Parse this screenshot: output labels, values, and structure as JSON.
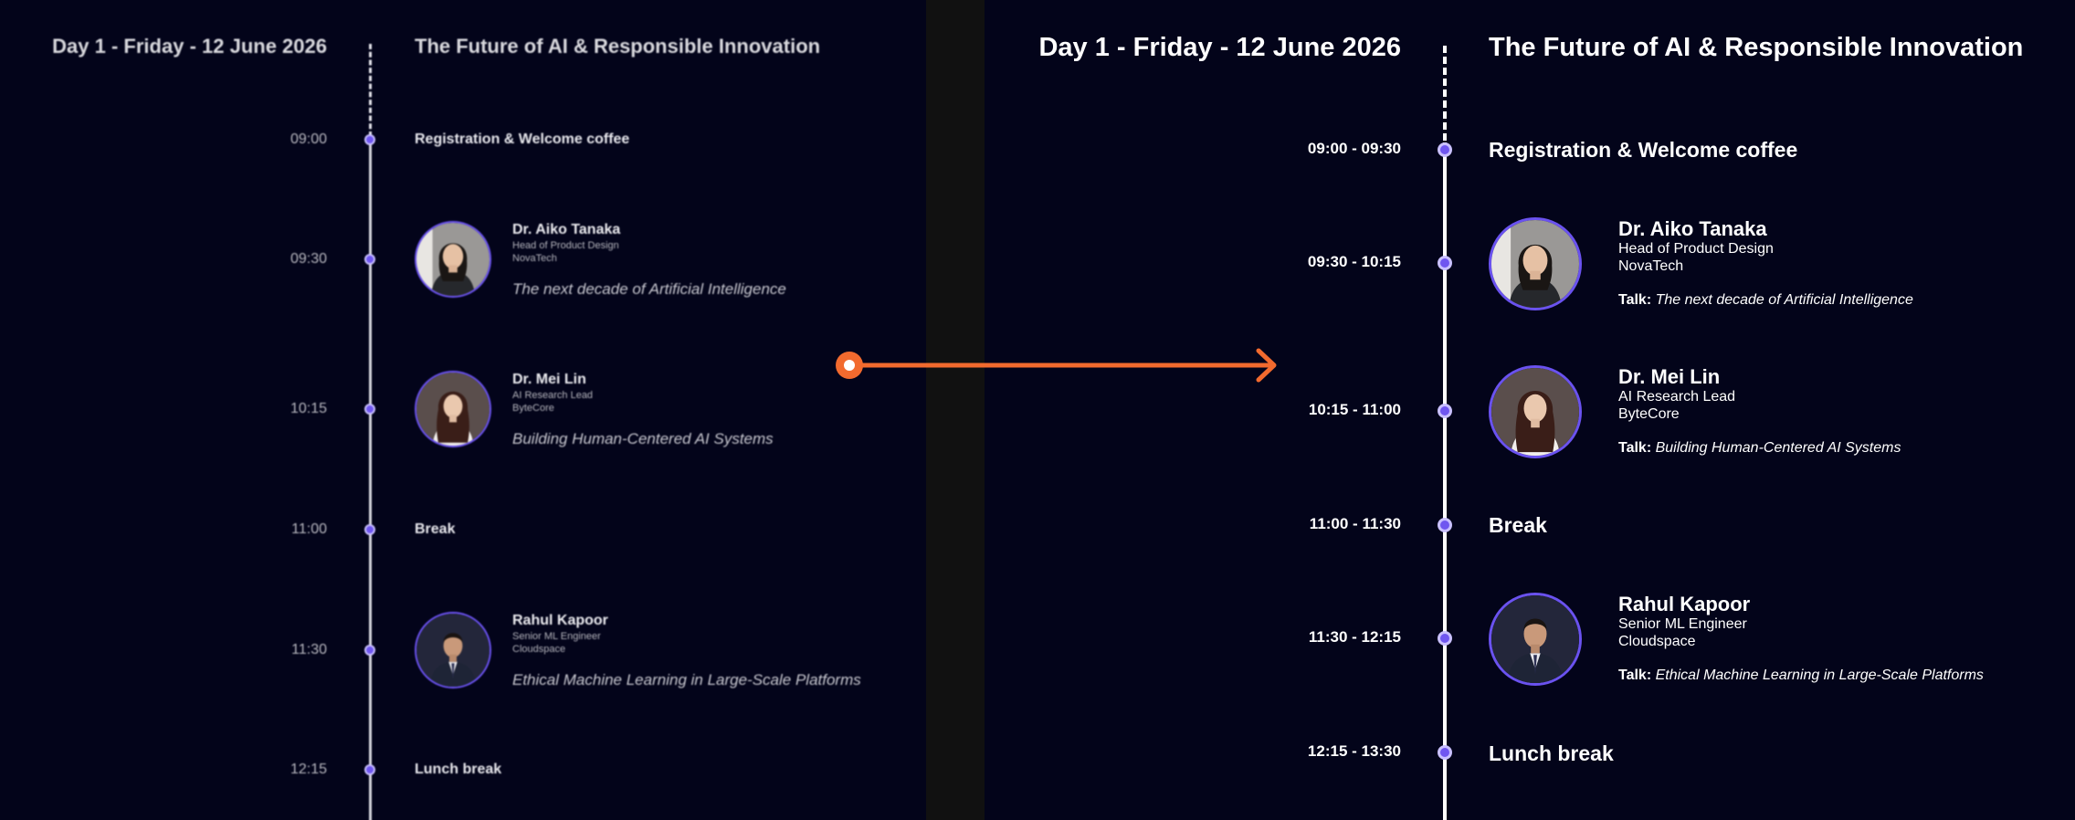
{
  "schedule": {
    "day": "Day 1 - Friday - 12 June 2026",
    "title": "The Future of AI & Responsible Innovation",
    "talk_prefix": "Talk:"
  },
  "before": {
    "times": [
      "09:00",
      "09:30",
      "10:15",
      "11:00",
      "11:30",
      "12:15"
    ]
  },
  "after": {
    "times": [
      "09:00 - 09:30",
      "09:30 - 10:15",
      "10:15 - 11:00",
      "11:00 - 11:30",
      "11:30 - 12:15",
      "12:15 - 13:30"
    ]
  },
  "sessions": [
    {
      "type": "label",
      "label": "Registration & Welcome coffee"
    },
    {
      "type": "talk",
      "name": "Dr. Aiko Tanaka",
      "role": "Head of Product Design",
      "company": "NovaTech",
      "talk": "The next decade of Artificial Intelligence"
    },
    {
      "type": "talk",
      "name": "Dr. Mei Lin",
      "role": "AI Research Lead",
      "company": "ByteCore",
      "talk": "Building Human-Centered AI Systems"
    },
    {
      "type": "label",
      "label": "Break"
    },
    {
      "type": "talk",
      "name": "Rahul Kapoor",
      "role": "Senior ML Engineer",
      "company": "Cloudspace",
      "talk": "Ethical Machine Learning in Large-Scale Platforms"
    },
    {
      "type": "label",
      "label": "Lunch break"
    }
  ],
  "colors": {
    "background": "#03041a",
    "divider": "#111111",
    "accent_purple": "#6f56f0",
    "arrow_orange": "#f26a2e",
    "text": "#ffffff"
  },
  "icons": {
    "arrow": "arrow-right-icon",
    "timeline_dot": "timeline-dot-icon"
  }
}
